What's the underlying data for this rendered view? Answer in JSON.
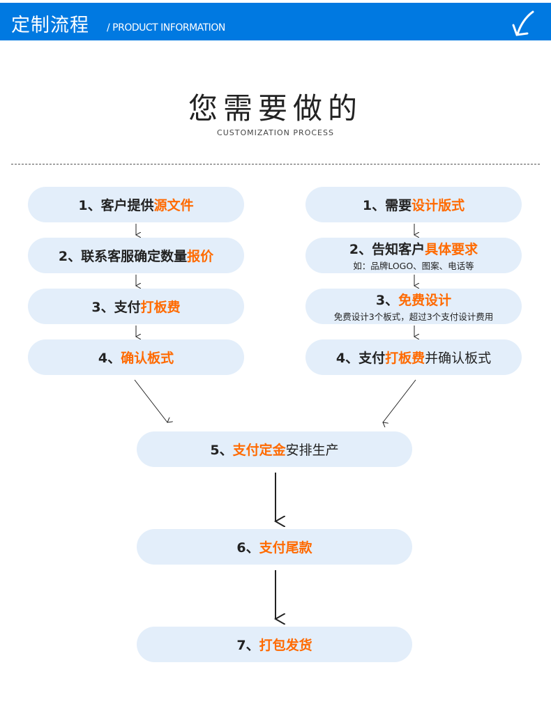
{
  "header": {
    "title": "定制流程",
    "subtitle": "/ PRODUCT INFORMATION",
    "icon": "arrow-down-left-icon"
  },
  "main": {
    "title": "您需要做的",
    "subtitle": "CUSTOMIZATION PROCESS"
  },
  "left_steps": [
    {
      "pre": "1、客户提供",
      "hl": "源文件",
      "post": ""
    },
    {
      "pre": "2、联系客服确定数量",
      "hl": "报价",
      "post": ""
    },
    {
      "pre": "3、支付",
      "hl": "打板费",
      "post": ""
    },
    {
      "pre": "4、",
      "hl": "确认板式",
      "post": ""
    }
  ],
  "right_steps": [
    {
      "pre": "1、需要",
      "hl": "设计版式",
      "post": "",
      "sub": ""
    },
    {
      "pre": "2、告知客户",
      "hl": "具体要求",
      "post": "",
      "sub": "如：品牌LOGO、图案、电话等"
    },
    {
      "pre": "3、",
      "hl": "免费设计",
      "post": "",
      "sub": "免费设计3个板式，超过3个支付设计费用"
    },
    {
      "pre": "4、支付",
      "hl": "打板费",
      "post": "并确认板式",
      "sub": ""
    }
  ],
  "final_steps": [
    {
      "pre": "5、",
      "hl": "支付定金",
      "post": "安排生产"
    },
    {
      "pre": "6、",
      "hl": "支付尾款",
      "post": ""
    },
    {
      "pre": "7、",
      "hl": "打包发货",
      "post": ""
    }
  ],
  "colors": {
    "brand": "#0079E1",
    "accent": "#FF6A00",
    "pill": "#E3EEFA"
  }
}
